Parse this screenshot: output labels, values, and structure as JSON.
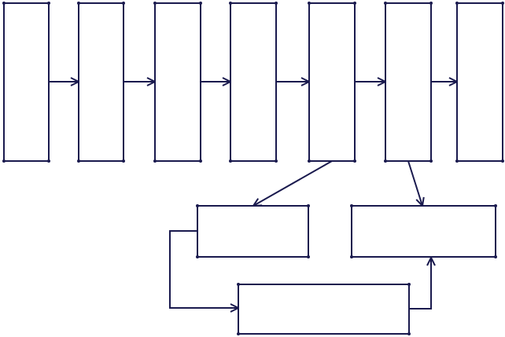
{
  "diagram": {
    "stroke_color": "#1a1a4e",
    "background_color": "#ffffff",
    "nodes": [
      {
        "id": "stage-1",
        "label": ""
      },
      {
        "id": "stage-2",
        "label": ""
      },
      {
        "id": "stage-3",
        "label": ""
      },
      {
        "id": "stage-4",
        "label": ""
      },
      {
        "id": "stage-5",
        "label": ""
      },
      {
        "id": "stage-6",
        "label": ""
      },
      {
        "id": "stage-7",
        "label": ""
      },
      {
        "id": "branch-left",
        "label": ""
      },
      {
        "id": "branch-right",
        "label": ""
      },
      {
        "id": "merge-bottom",
        "label": ""
      }
    ],
    "edges": [
      {
        "from": "stage-1",
        "to": "stage-2"
      },
      {
        "from": "stage-2",
        "to": "stage-3"
      },
      {
        "from": "stage-3",
        "to": "stage-4"
      },
      {
        "from": "stage-4",
        "to": "stage-5"
      },
      {
        "from": "stage-5",
        "to": "stage-6"
      },
      {
        "from": "stage-6",
        "to": "stage-7"
      },
      {
        "from": "stage-5",
        "to": "branch-left"
      },
      {
        "from": "stage-6",
        "to": "branch-right"
      },
      {
        "from": "branch-left",
        "to": "merge-bottom"
      },
      {
        "from": "merge-bottom",
        "to": "branch-right"
      }
    ]
  }
}
